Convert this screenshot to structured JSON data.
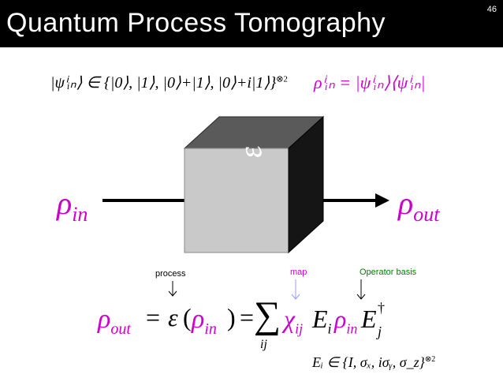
{
  "header": {
    "title": "Quantum Process Tomography",
    "page_number": "46"
  },
  "top_equations": {
    "input_states": "|ψⁱᵢₙ⟩ ∈ {|0⟩, |1⟩, |0⟩+|1⟩, |0⟩+i|1⟩}",
    "input_states_exponent": "⊗2",
    "density_input": "ρⁱᵢₙ = |ψⁱᵢₙ⟩⟨ψⁱᵢₙ|"
  },
  "diagram": {
    "process_symbol": "ε",
    "rho_in_symbol": "ρ",
    "rho_in_subscript": "in",
    "rho_out_symbol": "ρ",
    "rho_out_subscript": "out"
  },
  "annotations": {
    "process_label": "process",
    "map_label": "map",
    "operator_basis_label": "Operator basis"
  },
  "main_equation": {
    "lhs_symbol": "ρ",
    "lhs_subscript": "out",
    "eq1": "=",
    "epsilon": "ε",
    "open_paren": "(",
    "arg_symbol": "ρ",
    "arg_subscript": "in",
    "close_paren": ")",
    "eq2": "=",
    "sum_symbol": "∑",
    "sum_index": "ij",
    "chi": "χ",
    "chi_subscript": "ij",
    "E1": "E",
    "E1_subscript": "i",
    "rho_mid": "ρ",
    "rho_mid_subscript": "in",
    "E2": "E",
    "E2_superscript": "†",
    "E2_subscript": "j"
  },
  "basis_equation": {
    "text": "Eᵢ ∈ {I, σₓ, iσᵧ, σ_z}",
    "exponent": "⊗2"
  },
  "colors": {
    "title_bar": "#000000",
    "title_text": "#ffffff",
    "rho_accent": "#cc00cc",
    "map_label": "#cc00cc",
    "operator_basis_label": "#008000"
  }
}
